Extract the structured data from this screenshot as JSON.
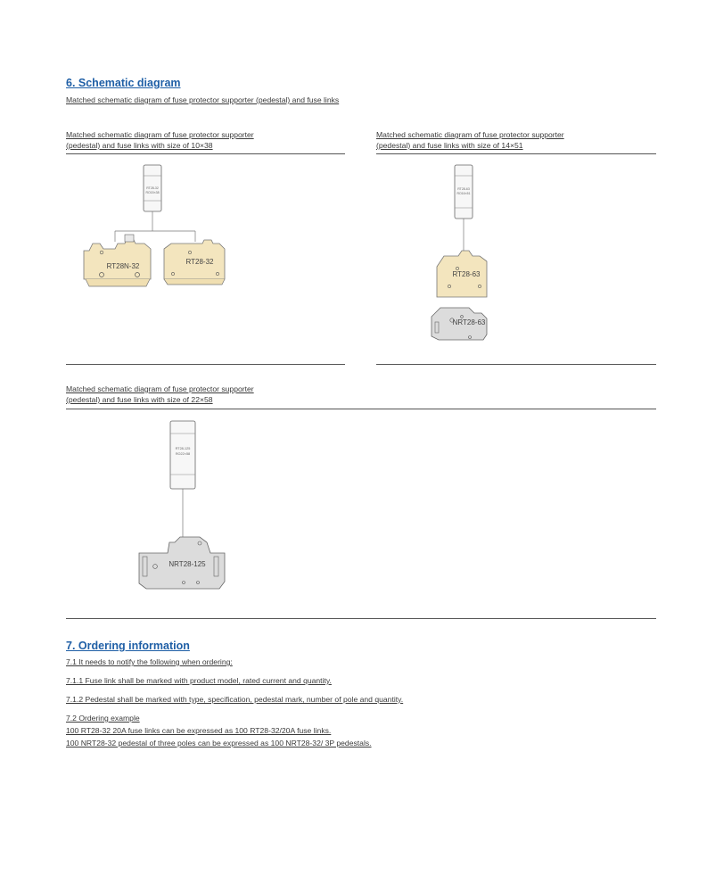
{
  "section6": {
    "heading": "6. Schematic diagram",
    "intro": "Matched schematic diagram of fuse protector supporter (pedestal) and fuse links",
    "panel_10x38": {
      "caption_line1": "Matched schematic diagram of fuse protector supporter",
      "caption_line2": "(pedestal) and fuse links with size of 10×38",
      "fuse_text1": "RT28-32",
      "fuse_text2": "RO15×38",
      "pedestal_a": "RT28N-32",
      "pedestal_b": "RT28-32"
    },
    "panel_14x51": {
      "caption_line1": "Matched schematic diagram of fuse protector supporter",
      "caption_line2": "(pedestal) and fuse links with size of 14×51",
      "fuse_text1": "RT28-63",
      "fuse_text2": "RO16×51",
      "pedestal_a": "RT28-63",
      "pedestal_b": "NRT28-63"
    },
    "panel_22x58": {
      "caption_line1": "Matched schematic diagram of fuse protector supporter",
      "caption_line2": "(pedestal) and fuse links with size of 22×58",
      "fuse_text1": "RT28-125",
      "fuse_text2": "RO22×58",
      "pedestal": "NRT28-125"
    }
  },
  "section7": {
    "heading": "7. Ordering information",
    "items": [
      "7.1 It needs to notify the following when ordering:",
      "7.1.1 Fuse link shall be marked with product model, rated current and quantity.",
      "7.1.2 Pedestal shall be marked with type, specification, pedestal mark, number of pole and quantity.",
      "7.2 Ordering example",
      "100 RT28-32  20A fuse links can be expressed as 100 RT28-32/20A fuse links.",
      "100 NRT28-32 pedestal of three poles can be expressed as 100 NRT28-32/ 3P pedestals."
    ]
  },
  "colors": {
    "heading": "#1f5fa6",
    "pedestal_cream": "#f3e5be",
    "pedestal_grey": "#dcdcdc"
  }
}
